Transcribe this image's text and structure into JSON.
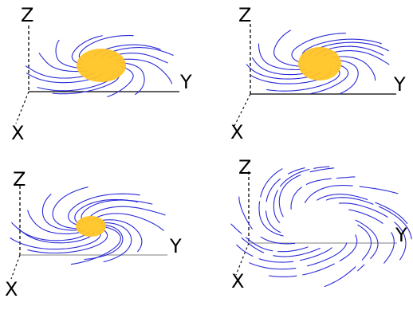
{
  "panels": [
    {
      "id": "panel-1",
      "x_label": "X",
      "y_label": "Y",
      "z_label": "Z",
      "has_sphere": true
    },
    {
      "id": "panel-2",
      "x_label": "X",
      "y_label": "Y",
      "z_label": "Z",
      "has_sphere": true
    },
    {
      "id": "panel-3",
      "x_label": "X",
      "y_label": "Y",
      "z_label": "Z",
      "has_sphere": true
    },
    {
      "id": "panel-4",
      "x_label": "X",
      "y_label": "Y",
      "z_label": "Z",
      "has_sphere": false
    }
  ],
  "colors": {
    "field_line": "#2a2ad8",
    "sphere": "#ffc425",
    "axis": "#000000",
    "axis_faint": "#9a9a9a"
  }
}
